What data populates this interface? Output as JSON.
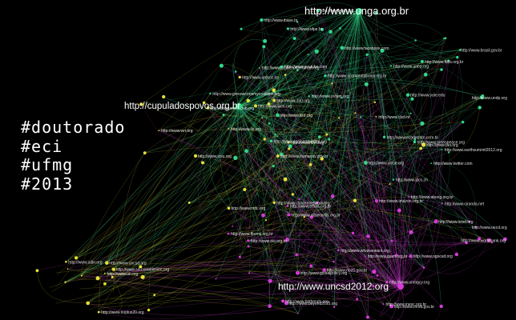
{
  "hashtags": [
    "#doutorado",
    "#eci",
    "#ufmg",
    "#2013"
  ],
  "colors": {
    "background": "#000000",
    "green_cluster": "#33d68a",
    "yellow_cluster": "#e6e03a",
    "magenta_cluster": "#d43bd6",
    "label": "#ffffff"
  },
  "major_labels": [
    "http://www.unga.org.br",
    "http://cupuladospovos.org.br",
    "http://www.uncsd2012.org"
  ],
  "minor_labels": [
    "http://www.ufpe.br",
    "http://www.sosmatatlantica.org.br",
    "http://www.greenpeace.org",
    "http://www.brasil.gov.br",
    "http://www.ecodebate.com.br",
    "http://www.wwf.org",
    "http://www.iisd.org",
    "http://www.ibase.br",
    "http://www.socioambiental.org",
    "http://www.fbds.org.br",
    "http://www.greeneconomycoalition.org",
    "http://www.stakeholderforum.org",
    "http://www.earthsummit2012.org",
    "http://www.yale.edu",
    "http://www.twitter.com",
    "http://www.facebook.com",
    "http://www.youtube.com",
    "http://www.unep.org",
    "http://www.undp.org",
    "http://www.ipcc.ch",
    "http://www.cidse.org",
    "http://www.oxfam.org",
    "http://www.foei.org",
    "http://www.350.org",
    "http://www.climatenetwork.org",
    "http://www.iucn.org",
    "http://www.fao.org",
    "http://www.ilo.org",
    "http://www.icsu.org",
    "http://www.wri.org",
    "http://www.nrdc.org",
    "http://www.sierraclub.org",
    "http://www.cbd.int",
    "http://www.unfccc.int",
    "http://www.itamaraty.gov.br",
    "http://www.mma.gov.br",
    "http://www.ethos.org.br",
    "http://www.abong.org.br",
    "http://www.inesc.org.br",
    "http://www.isa.org.br",
    "http://www.ipam.org.br",
    "http://www.imazon.org.br",
    "http://www.vitaecivilis.org.br",
    "http://www.fboms.org.br",
    "http://www.ciranda.net",
    "http://www.rio20.gov.br",
    "http://www.worldbank.org",
    "http://www.oecd.org",
    "http://www.ictsd.org",
    "http://www.globalpolicy.org",
    "http://www.bothends.org",
    "http://www.ngocsd.org",
    "http://www.unmgcy.org",
    "http://www.whatwewant.org",
    "http://www.beyond2015.org",
    "http://www.sdin.org",
    "http://www.rioplus20.org",
    "http://www.un.org",
    "http://www.uncsd.org",
    "http://www.sd-commission.org"
  ]
}
